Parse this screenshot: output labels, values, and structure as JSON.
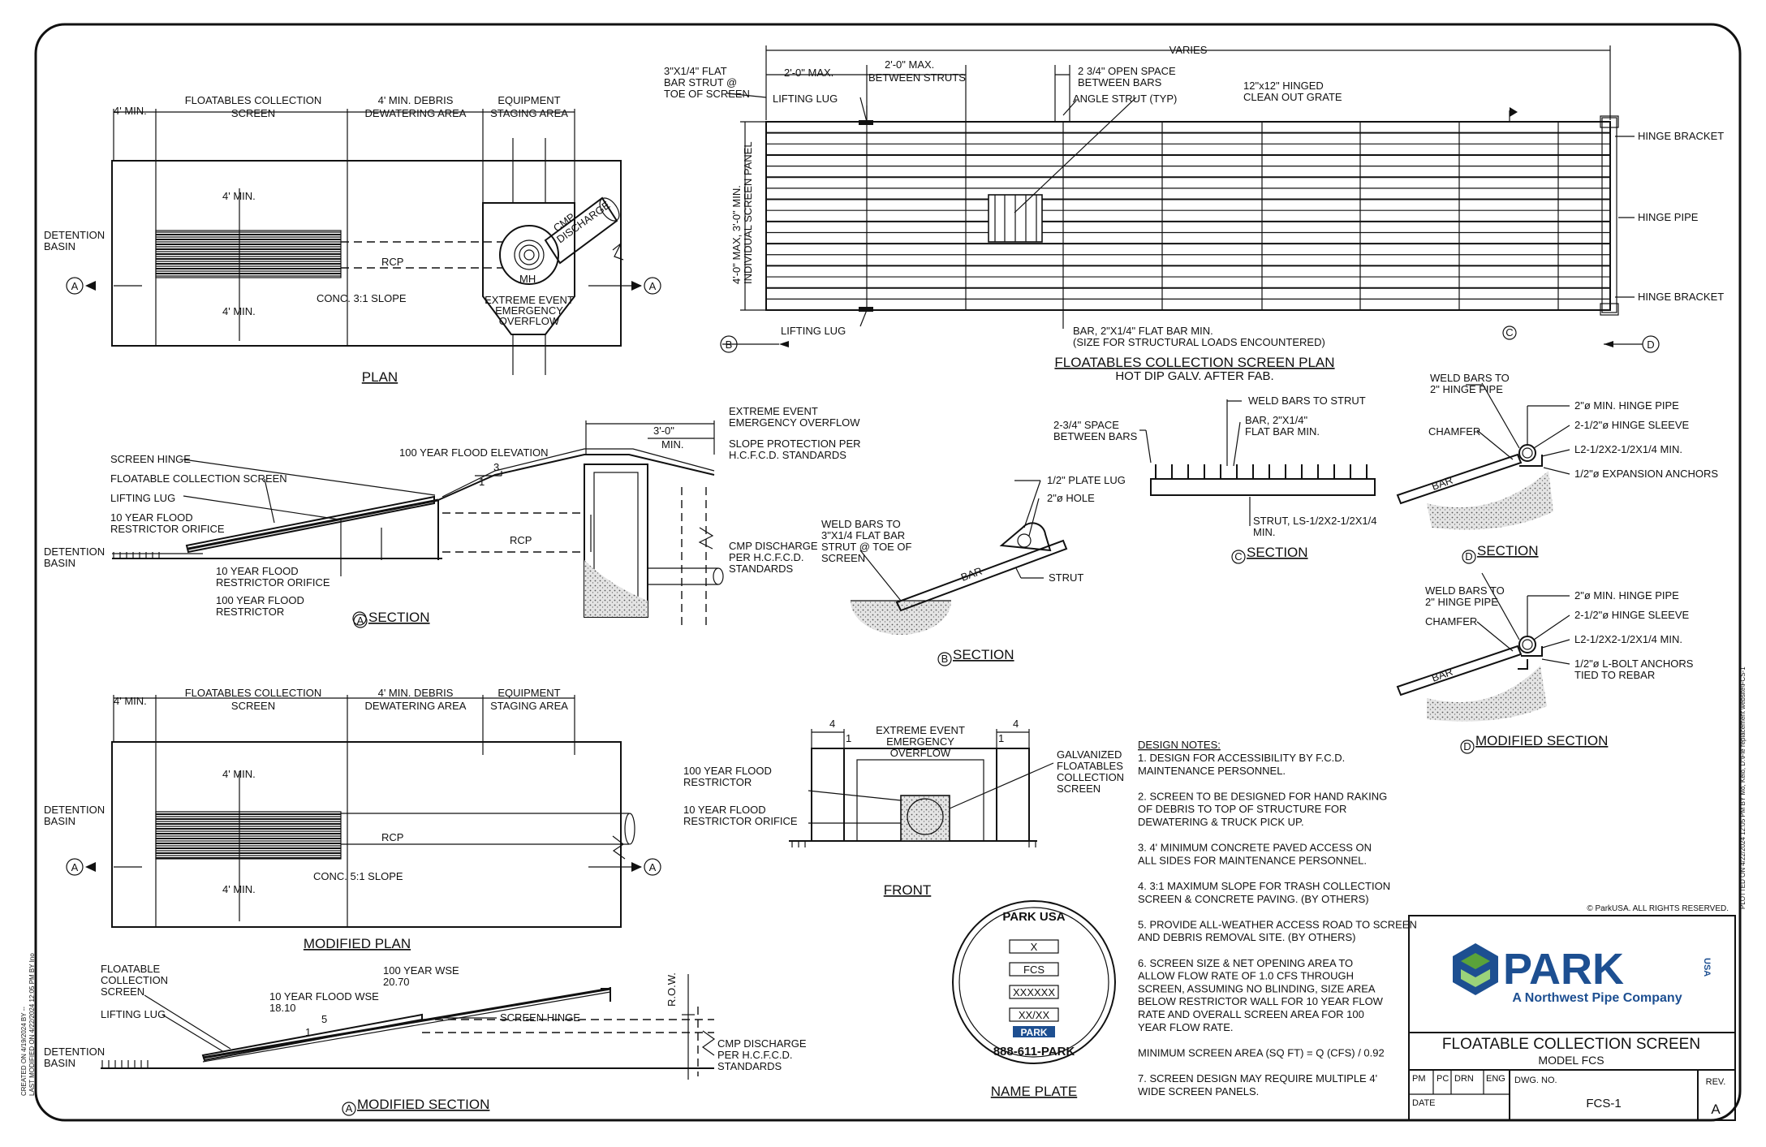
{
  "plan": {
    "title": "PLAN",
    "dim_4min_left": "4' MIN.",
    "dim_screen": [
      "FLOATABLES COLLECTION",
      "SCREEN"
    ],
    "dim_debris": [
      "4' MIN. DEBRIS",
      "DEWATERING AREA"
    ],
    "dim_staging": [
      "EQUIPMENT",
      "STAGING AREA"
    ],
    "basin": [
      "DETENTION",
      "BASIN"
    ],
    "min_top": "4' MIN.",
    "min_bottom": "4' MIN.",
    "rcp": "RCP",
    "slope": "CONC. 3:1 SLOPE",
    "mh": "MH",
    "cmp": [
      "CMP",
      "DISCHARGE"
    ],
    "overflow": [
      "EXTREME EVENT",
      "EMERGENCY",
      "OVERFLOW"
    ],
    "marker": "A"
  },
  "modified_plan": {
    "title": "MODIFIED PLAN",
    "dim_4min_left": "4' MIN.",
    "dim_screen": [
      "FLOATABLES COLLECTION",
      "SCREEN"
    ],
    "dim_debris": [
      "4' MIN. DEBRIS",
      "DEWATERING AREA"
    ],
    "dim_staging": [
      "EQUIPMENT",
      "STAGING AREA"
    ],
    "basin": [
      "DETENTION",
      "BASIN"
    ],
    "min_top": "4' MIN.",
    "min_bottom": "4' MIN.",
    "rcp": "RCP",
    "slope": "CONC. 5:1 SLOPE",
    "marker": "A"
  },
  "section_a": {
    "title": "SECTION",
    "marker": "A",
    "screen_hinge": "SCREEN HINGE",
    "floatable_screen": "FLOATABLE COLLECTION SCREEN",
    "lifting_lug": "LIFTING LUG",
    "flood10": [
      "10 YEAR FLOOD",
      "RESTRICTOR ORIFICE"
    ],
    "flood10b": [
      "10 YEAR FLOOD",
      "RESTRICTOR ORIFICE"
    ],
    "flood100": [
      "100 YEAR FLOOD",
      "RESTRICTOR"
    ],
    "basin": [
      "DETENTION",
      "BASIN"
    ],
    "elev100": "100 YEAR FLOOD ELEVATION",
    "slope_num": "1",
    "slope_den": "3",
    "dim_3ft": [
      "3'-0\"",
      "MIN."
    ],
    "overflow": [
      "EXTREME EVENT",
      "EMERGENCY OVERFLOW"
    ],
    "slope_protect": [
      "SLOPE PROTECTION PER",
      "H.C.F.C.D. STANDARDS"
    ],
    "rcp": "RCP",
    "cmp": [
      "CMP DISCHARGE",
      "PER H.C.F.C.D.",
      "STANDARDS"
    ]
  },
  "modified_section_a": {
    "title": "MODIFIED SECTION",
    "marker": "A",
    "floatable": [
      "FLOATABLE",
      "COLLECTION",
      "SCREEN"
    ],
    "lifting_lug": "LIFTING LUG",
    "wse100": [
      "100 YEAR WSE",
      "20.70"
    ],
    "wse10": [
      "10 YEAR FLOOD WSE",
      "18.10"
    ],
    "slope_num": "1",
    "slope_den": "5",
    "screen_hinge": "SCREEN HINGE",
    "row": "R.O.W.",
    "basin": [
      "DETENTION",
      "BASIN"
    ],
    "cmp": [
      "CMP DISCHARGE",
      "PER H.C.F.C.D.",
      "STANDARDS"
    ]
  },
  "screen_plan": {
    "title": "FLOATABLES COLLECTION SCREEN PLAN",
    "subtitle": "HOT DIP GALV. AFTER FAB.",
    "varies": "VARIES",
    "flat_bar_strut": [
      "3\"X1/4\" FLAT",
      "BAR STRUT @",
      "TOE OF SCREEN"
    ],
    "dim_2ft": "2'-0\" MAX.",
    "dim_between": [
      "2'-0\" MAX.",
      "BETWEEN STRUTS"
    ],
    "open_space": [
      "2 3/4\" OPEN SPACE",
      "BETWEEN BARS"
    ],
    "angle_strut": "ANGLE STRUT (TYP)",
    "grate": [
      "12\"x12\" HINGED",
      "CLEAN OUT GRATE"
    ],
    "lifting_lug_top": "LIFTING LUG",
    "lifting_lug_bottom": "LIFTING LUG",
    "panel_dim": [
      "4'-0\" MAX, 3'-0\" MIN.",
      "INDIVIDUAL SCREEN PANEL"
    ],
    "hinge_bracket_top": "HINGE BRACKET",
    "hinge_pipe": "HINGE PIPE",
    "hinge_bracket_bottom": "HINGE BRACKET",
    "bar_note": [
      "BAR, 2\"X1/4\" FLAT BAR MIN.",
      "(SIZE FOR STRUCTURAL LOADS ENCOUNTERED)"
    ],
    "marker_b": "B",
    "marker_c": "C",
    "marker_d": "D"
  },
  "section_b": {
    "title": "SECTION",
    "marker": "B",
    "weld": [
      "WELD BARS TO",
      "3\"X1/4 FLAT BAR",
      "STRUT @ TOE OF",
      "SCREEN"
    ],
    "plate_lug": "1/2\" PLATE LUG",
    "hole": "2\"ø HOLE",
    "bar": "BAR",
    "strut": "STRUT"
  },
  "section_c": {
    "title": "SECTION",
    "marker": "C",
    "space": [
      "2-3/4\" SPACE",
      "BETWEEN BARS"
    ],
    "weld": "WELD BARS TO STRUT",
    "bar": [
      "BAR, 2\"X1/4\"",
      "FLAT BAR MIN."
    ],
    "strut": [
      "STRUT, LS-1/2X2-1/2X1/4",
      "MIN."
    ]
  },
  "section_d": {
    "title": "SECTION",
    "marker": "D",
    "weld": [
      "WELD BARS TO",
      "2\" HINGE PIPE"
    ],
    "chamfer": "CHAMFER",
    "hinge_pipe": "2\"ø MIN. HINGE PIPE",
    "hinge_sleeve": "2-1/2\"ø HINGE SLEEVE",
    "angle": "L2-1/2X2-1/2X1/4 MIN.",
    "anchors": "1/2\"ø EXPANSION ANCHORS",
    "bar": "BAR"
  },
  "modified_section_d": {
    "title": "MODIFIED SECTION",
    "marker": "D",
    "weld": [
      "WELD BARS TO",
      "2\" HINGE PIPE"
    ],
    "chamfer": "CHAMFER",
    "hinge_pipe": "2\"ø MIN. HINGE PIPE",
    "hinge_sleeve": "2-1/2\"ø HINGE SLEEVE",
    "angle": "L2-1/2X2-1/2X1/4 MIN.",
    "anchors": [
      "1/2\"ø L-BOLT ANCHORS",
      "TIED TO REBAR"
    ],
    "bar": "BAR"
  },
  "front": {
    "title": "FRONT",
    "overflow": [
      "EXTREME EVENT",
      "EMERGENCY",
      "OVERFLOW"
    ],
    "restrictor100": [
      "100 YEAR FLOOD",
      "RESTRICTOR"
    ],
    "orifice10": [
      "10 YEAR FLOOD",
      "RESTRICTOR ORIFICE"
    ],
    "galv": [
      "GALVANIZED",
      "FLOATABLES",
      "COLLECTION",
      "SCREEN"
    ],
    "dim4_left": "4",
    "dim1_left": "1",
    "dim4_right": "4",
    "dim1_right": "1"
  },
  "nameplate": {
    "title": "NAME PLATE",
    "brand": "PARK USA",
    "field1": "X",
    "field2": "FCS",
    "field3": "XXXXXX",
    "field4": "XX/XX",
    "logo": "PARK",
    "phone": "888-611-PARK"
  },
  "design_notes": {
    "heading": "DESIGN NOTES:",
    "lines": [
      "1. DESIGN FOR ACCESSIBILITY BY F.C.D.",
      "MAINTENANCE PERSONNEL.",
      "",
      "2. SCREEN TO BE DESIGNED FOR HAND RAKING",
      "OF DEBRIS TO TOP OF STRUCTURE FOR",
      "DEWATERING & TRUCK PICK UP.",
      "",
      "3. 4' MINIMUM CONCRETE PAVED ACCESS ON",
      "ALL SIDES FOR MAINTENANCE PERSONNEL.",
      "",
      "4. 3:1 MAXIMUM SLOPE FOR TRASH COLLECTION",
      "SCREEN & CONCRETE PAVING. (BY OTHERS)",
      "",
      "5. PROVIDE ALL-WEATHER ACCESS ROAD TO SCREEN",
      "AND DEBRIS REMOVAL SITE. (BY OTHERS)",
      "",
      "6. SCREEN SIZE & NET OPENING AREA TO",
      "ALLOW FLOW RATE OF 1.0 CFS THROUGH",
      "SCREEN, ASSUMING NO BLINDING, SIZE AREA",
      "BELOW RESTRICTOR WALL FOR 10 YEAR FLOW",
      "RATE AND OVERALL SCREEN AREA FOR 100",
      "YEAR FLOW RATE.",
      "",
      "MINIMUM SCREEN AREA (SQ FT) = Q (CFS) / 0.92",
      "",
      "7. SCREEN DESIGN MAY REQUIRE MULTIPLE 4'",
      "WIDE SCREEN PANELS."
    ]
  },
  "title_block": {
    "copyright": "© ParkUSA. ALL RIGHTS RESERVED.",
    "logo_word": "PARK",
    "logo_usa": "USA",
    "logo_sub": "A Northwest Pipe Company",
    "title": "FLOATABLE COLLECTION SCREEN",
    "model": "MODEL FCS",
    "pm": "PM",
    "pc": "PC",
    "drn": "DRN",
    "eng": "ENG",
    "dwg_label": "DWG. NO.",
    "dwg_no": "FCS-1",
    "rev_label": "REV.",
    "rev": "A",
    "date_label": "DATE"
  },
  "side_text": {
    "plotted": "PLOTTED ON 4/22/2024 12:05 PM BY Mo, Kelo, D:\\Fle replacement website\\FCS-1",
    "created": [
      "CREATED ON 4/19/2024 BY --",
      "LAST MODIFIED ON 4/22/2024 12:05 PM BY Ino"
    ]
  },
  "colors": {
    "ink": "#111111",
    "brand_blue": "#1d4f91",
    "brand_green": "#5aa33a",
    "gravel": "#bdbdbd"
  }
}
